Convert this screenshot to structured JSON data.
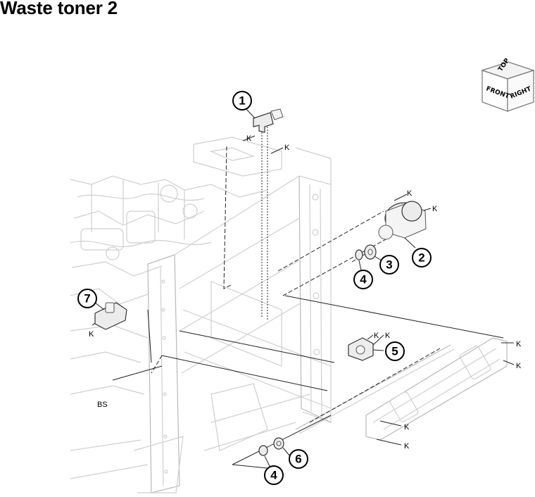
{
  "page": {
    "title": "Waste toner 2"
  },
  "orientation_cube": {
    "top": "TOP",
    "front": "FRONT",
    "right": "RIGHT"
  },
  "callouts": {
    "c1": "1",
    "c2": "2",
    "c3": "3",
    "c4a": "4",
    "c4b": "4",
    "c5": "5",
    "c6": "6",
    "c7": "7"
  },
  "labels": {
    "k": "K",
    "bs": "BS"
  }
}
